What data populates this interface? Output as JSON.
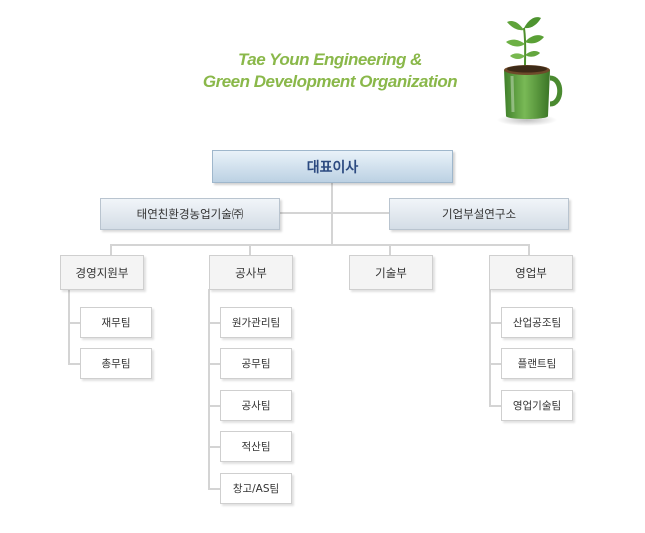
{
  "slogan": {
    "line1": "Tae Youn Engineering &",
    "line2": "Green Development Organization"
  },
  "ceo": "대표이사",
  "affiliates": {
    "left": "태연친환경농업기술㈜",
    "right": "기업부설연구소"
  },
  "departments": [
    {
      "name": "경영지원부",
      "teams": [
        "재무팀",
        "총무팀"
      ]
    },
    {
      "name": "공사부",
      "teams": [
        "원가관리팀",
        "공무팀",
        "공사팀",
        "적산팀",
        "창고/AS팀"
      ]
    },
    {
      "name": "기술부",
      "teams": []
    },
    {
      "name": "영업부",
      "teams": [
        "산업공조팀",
        "플랜트팀",
        "영업기술팀"
      ]
    }
  ],
  "colors": {
    "slogan": "#8ab84a",
    "ceo_text": "#2c4a80",
    "mug": "#5a9a3c",
    "connector": "#d4d4d4"
  },
  "icons": {
    "decoration": "plant-mug-icon"
  }
}
